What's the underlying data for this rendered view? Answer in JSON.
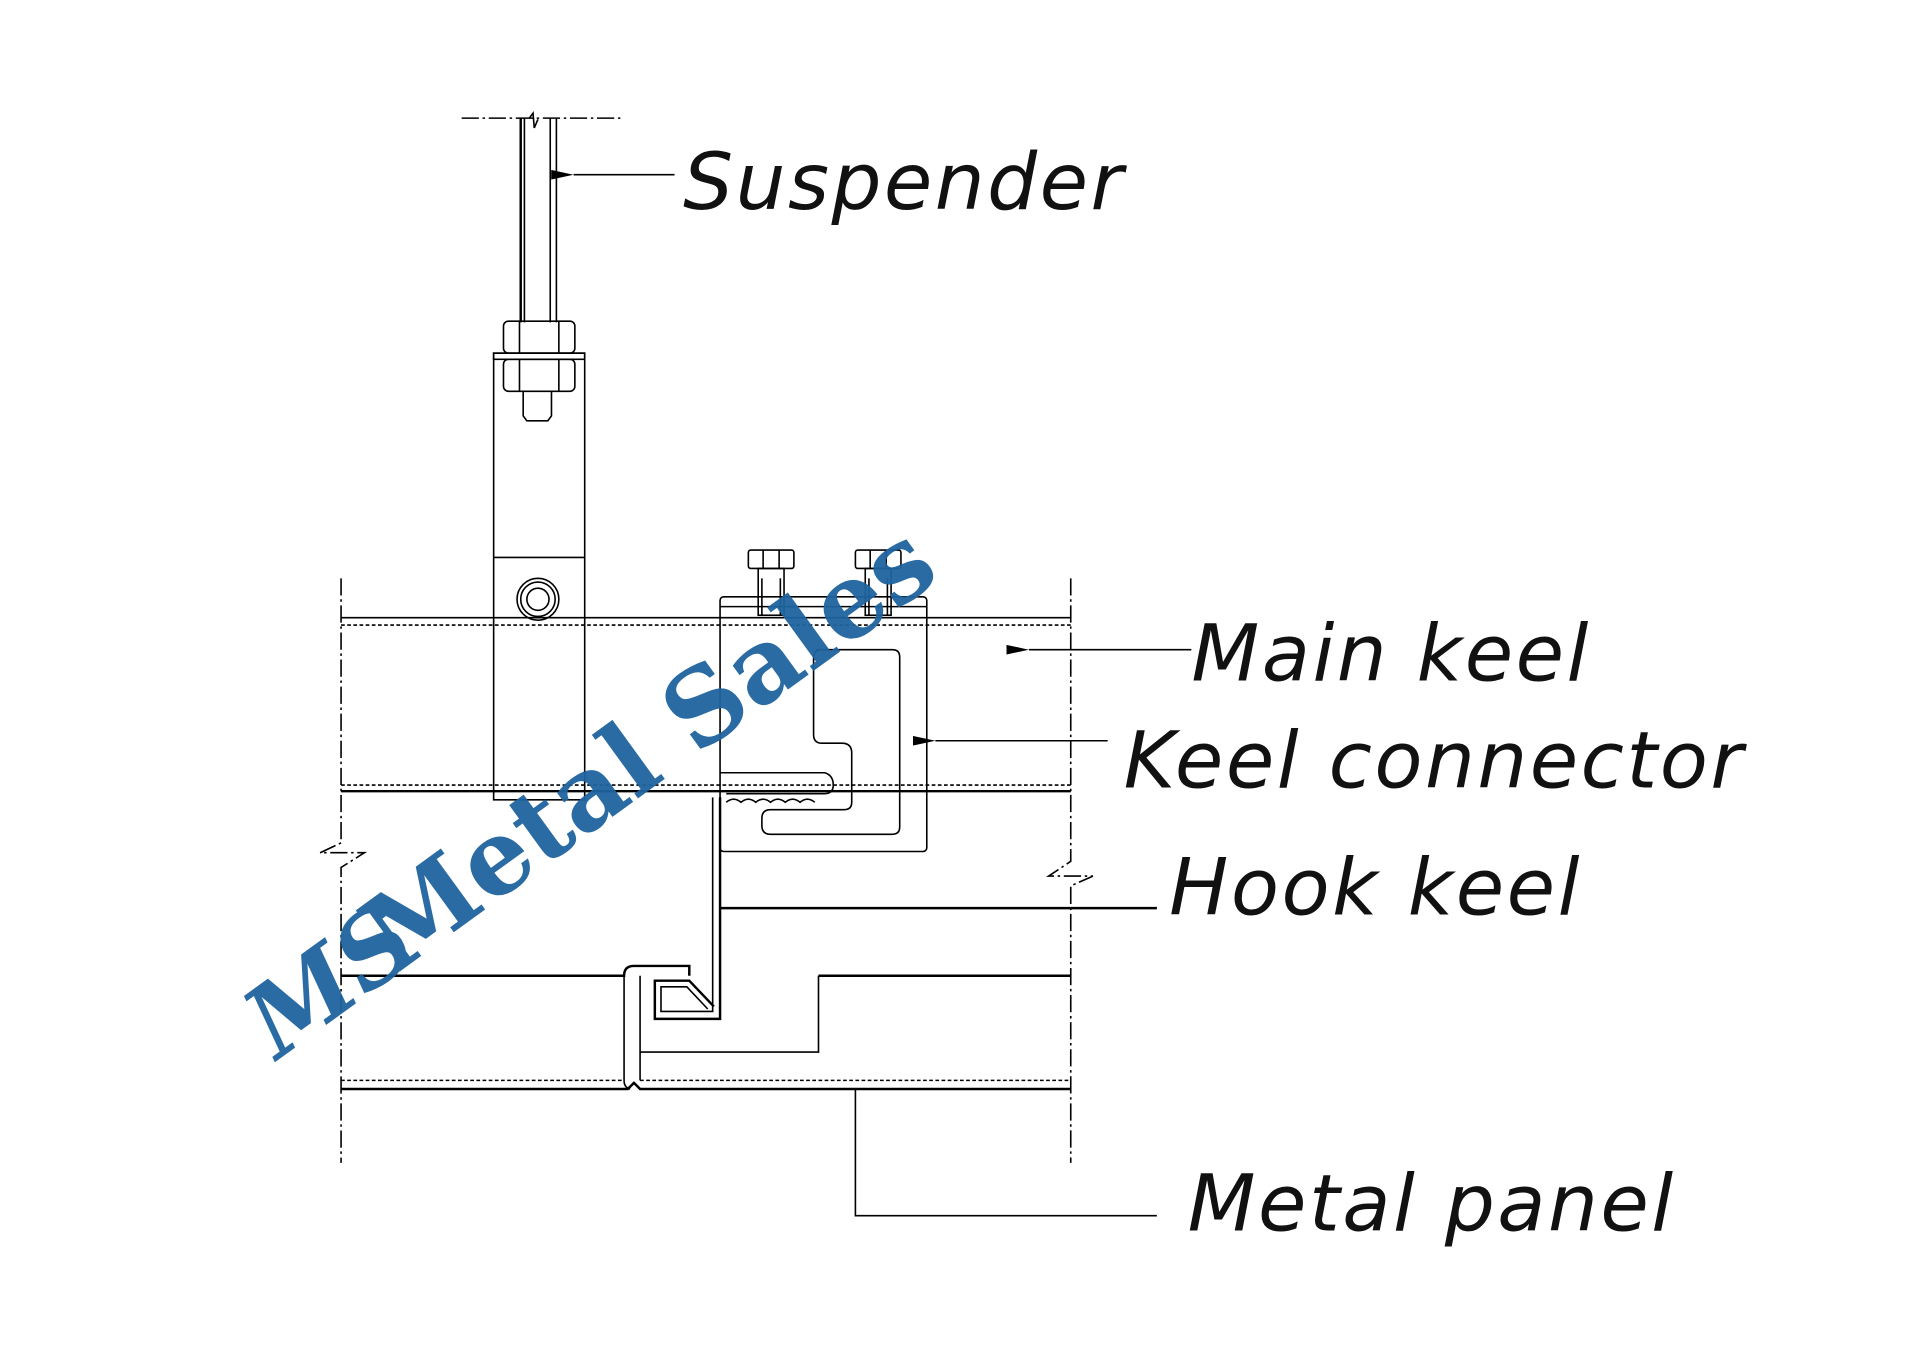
{
  "labels": {
    "suspender": "Suspender",
    "main_keel": "Main keel",
    "keel_connector": "Keel connector",
    "hook_keel": "Hook keel",
    "metal_panel": "Metal panel"
  },
  "watermark": {
    "logo": "MS",
    "text": "Metal Sales",
    "color": "#1f64a0"
  }
}
